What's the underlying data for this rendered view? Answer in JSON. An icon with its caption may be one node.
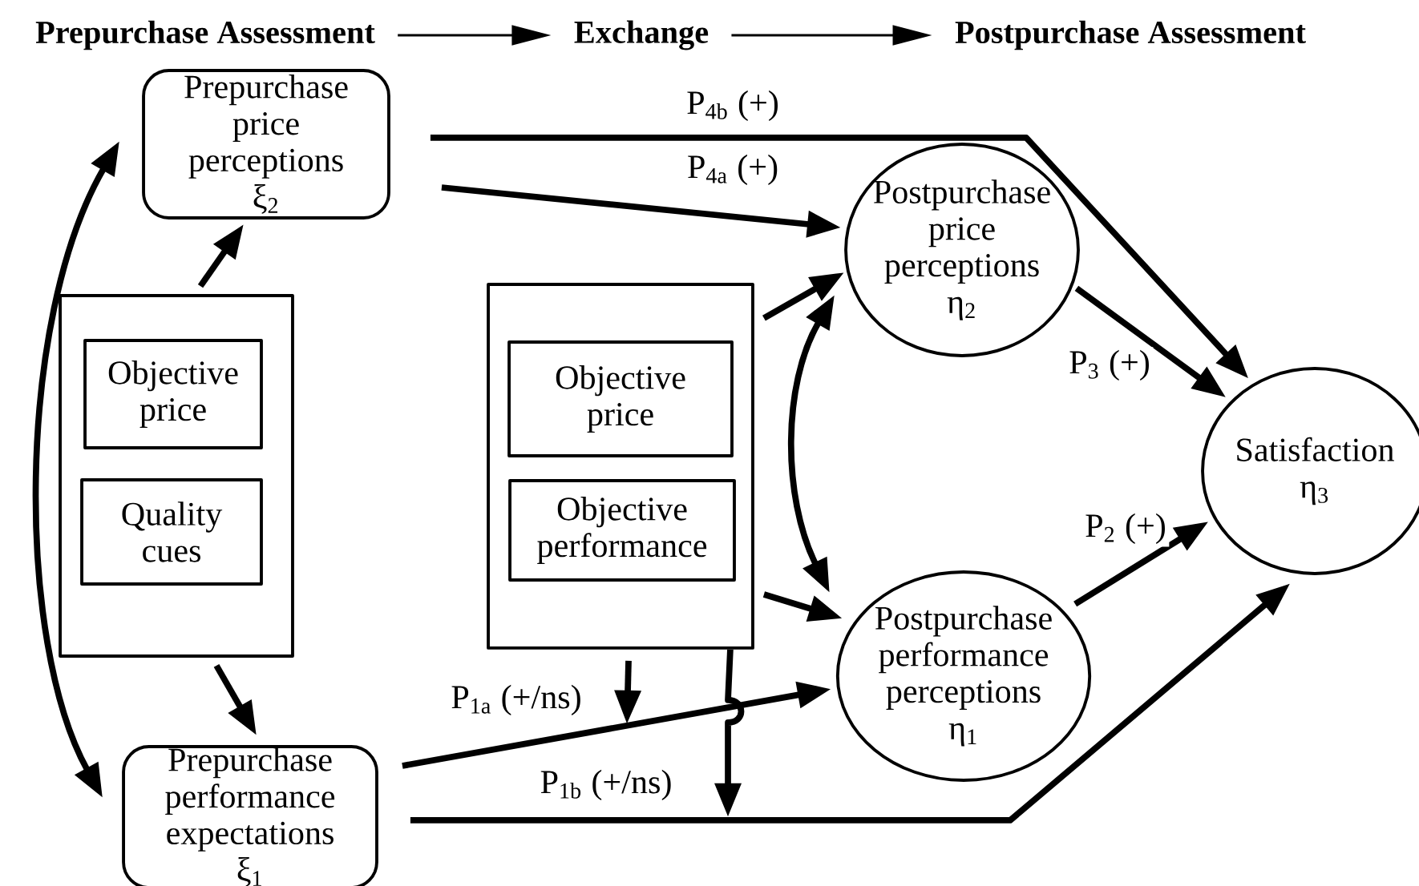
{
  "diagram": {
    "nodes": [
      {
        "text": [
          "Prepurchase Assessment"
        ]
      },
      {
        "text": [
          "Exchange"
        ]
      },
      {
        "text": [
          "Postpurchase Assessment"
        ]
      },
      {
        "text": [
          "Prepurchase price perceptions",
          "ξ$_{2}$"
        ]
      },
      {
        "text": [],
        "shape": "box"
      },
      {
        "text": [
          "Objective price"
        ],
        "in": 4
      },
      {
        "text": [
          "Quality cues"
        ],
        "in": 4
      },
      {
        "text": [],
        "shape": "box"
      },
      {
        "text": [
          "Objective price"
        ],
        "in": 7
      },
      {
        "text": [
          "Objective performance"
        ],
        "in": 7
      },
      {
        "text": [
          "Postpurchase price perceptions",
          "η$_{2}$"
        ]
      },
      {
        "text": [
          "Satisfaction",
          "η$_{3}$"
        ]
      },
      {
        "text": [
          "Postpurchase performance perceptions",
          "η$_{1}$"
        ]
      },
      {
        "text": [
          "Prepurchase performance expectations",
          "ξ$_{1}$"
        ]
      }
    ],
    "edges": [
      {
        "from": 0,
        "to": 1,
        "arrow": "to"
      },
      {
        "from": 1,
        "to": 2,
        "arrow": "to"
      },
      {
        "from": 3,
        "to": 11,
        "arrow": "to",
        "label": "P$_{4b}$ (+)"
      },
      {
        "from": 3,
        "to": 10,
        "arrow": "to",
        "label": "P$_{4a}$ (+)"
      },
      {
        "from": 4,
        "to": 3,
        "arrow": "to"
      },
      {
        "from": 4,
        "to": 13,
        "arrow": "to"
      },
      {
        "from": 3,
        "to": 13,
        "arrow": "both"
      },
      {
        "from": 7,
        "to": 10,
        "arrow": "to"
      },
      {
        "from": 7,
        "to": 12,
        "arrow": "to"
      },
      {
        "from": 10,
        "to": 12,
        "arrow": "both"
      },
      {
        "from": 10,
        "to": 11,
        "arrow": "to",
        "label": "P$_{3}$ (+)"
      },
      {
        "from": 12,
        "to": 11,
        "arrow": "to",
        "label": "P$_{2}$ (+)"
      },
      {
        "from": 13,
        "to": 12,
        "arrow": "to",
        "label": "P$_{1a}$ (+/ns)"
      },
      {
        "from": 13,
        "to": 11,
        "arrow": "to",
        "label": "P$_{1b}$ (+/ns)"
      },
      {
        "from": 7,
        "to": null,
        "arrow": "to"
      },
      {
        "from": 7,
        "to": null,
        "arrow": "to"
      }
    ]
  }
}
